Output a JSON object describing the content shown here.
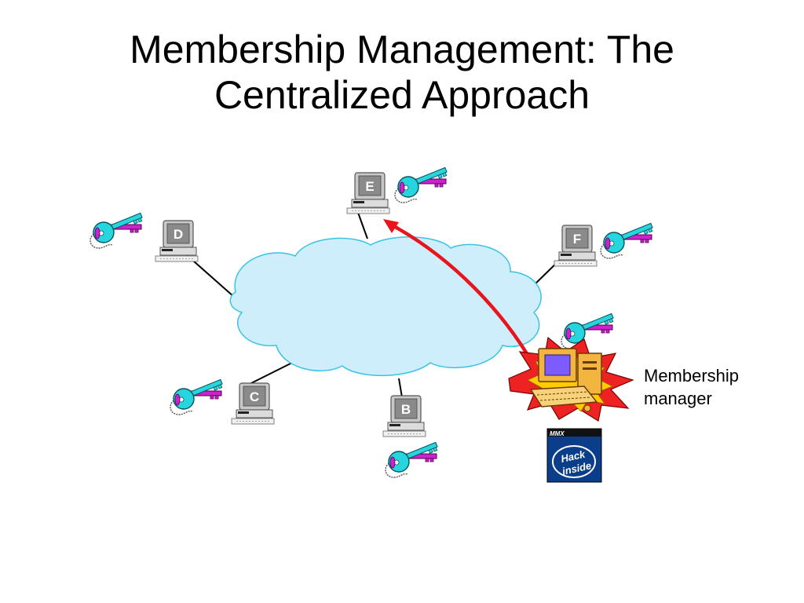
{
  "title": {
    "line1": "Membership Management: The",
    "line2": "Centralized Approach"
  },
  "caption": {
    "line1": "Membership",
    "line2": "manager"
  },
  "nodes": [
    "E",
    "D",
    "F",
    "C",
    "B"
  ],
  "logo": {
    "top": "MMX",
    "line1": "Hack",
    "line2": "inside"
  },
  "colors": {
    "cloud_fill": "#cdeefa",
    "cloud_stroke": "#39c3e6",
    "arrow": "#e8161c",
    "key_cyan": "#27d5df",
    "key_magenta": "#cc22cc",
    "burst_red": "#ee2222",
    "burst_yellow": "#ffcc00",
    "logo_blue": "#0a3d8a"
  },
  "icons": [
    "computer-icon",
    "key-icon",
    "cloud-icon",
    "explosion-icon",
    "hack-inside-logo-icon"
  ]
}
